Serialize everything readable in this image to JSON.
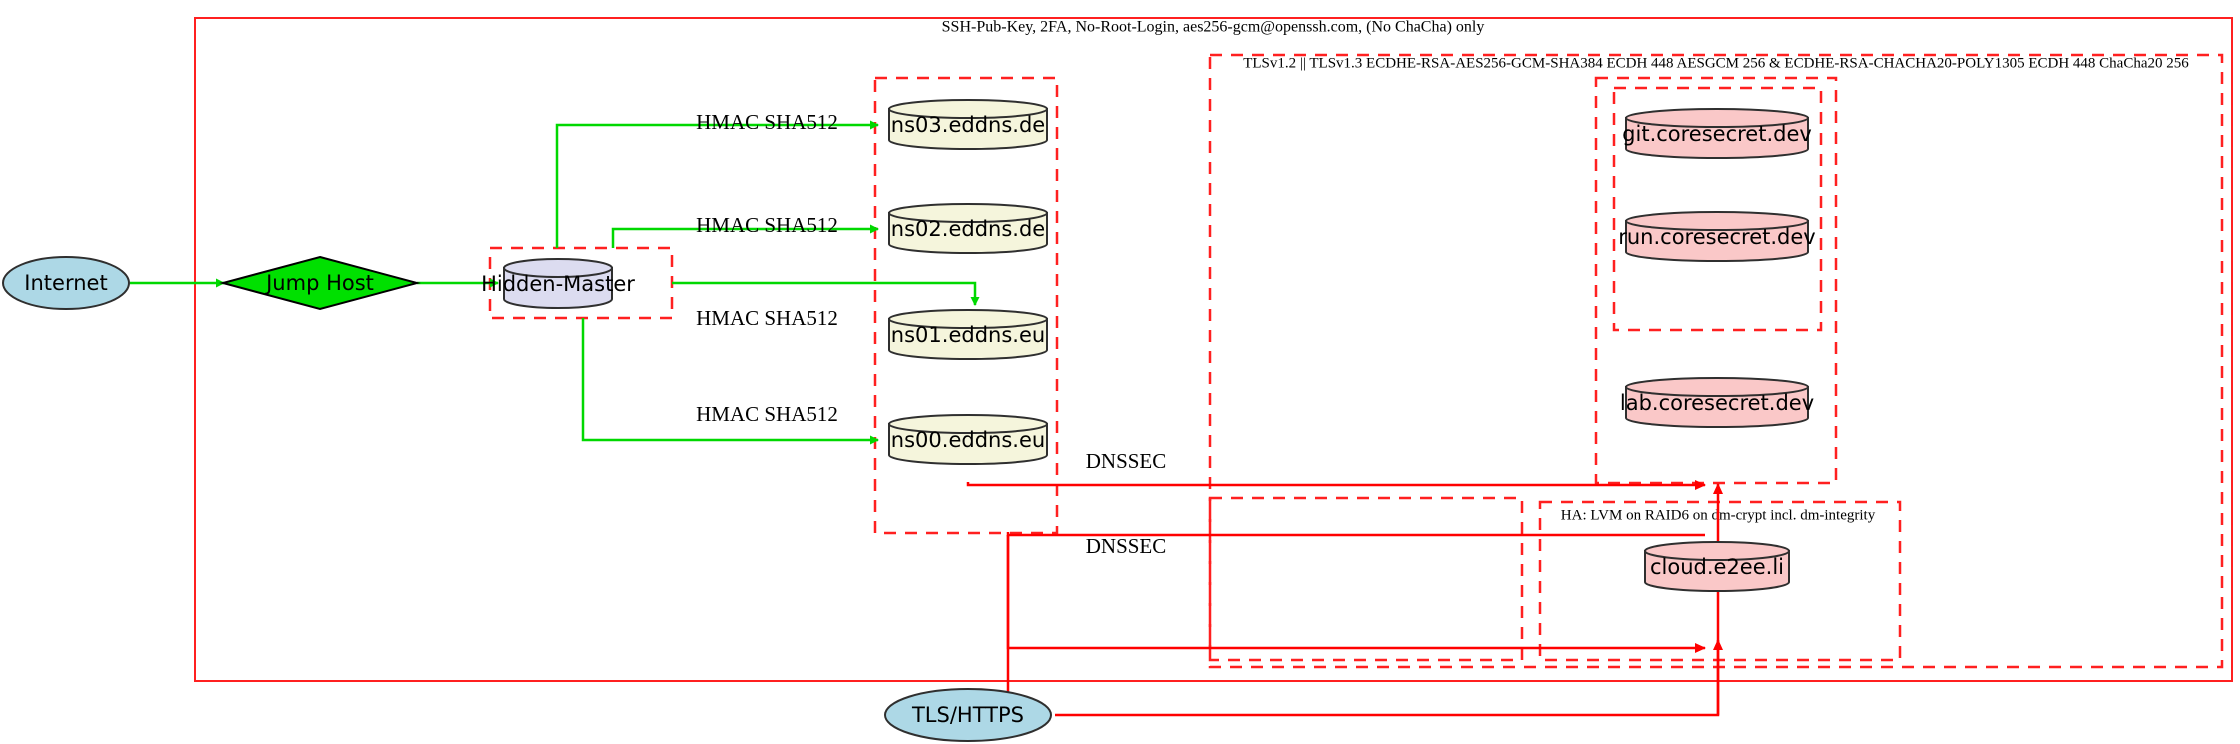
{
  "diagram": {
    "title_note": "SSH-Pub-Key, 2FA, No-Root-Login, aes256-gcm@openssh.com, (No ChaCha) only",
    "clusters": {
      "tls_note": "TLSv1.2 || TLSv1.3 ECDHE-RSA-AES256-GCM-SHA384 ECDH 448 AESGCM 256 & ECDHE-RSA-CHACHA20-POLY1305 ECDH 448 ChaCha20 256",
      "ha_note": "HA: LVM on RAID6 on dm-crypt incl. dm-integrity"
    },
    "nodes": {
      "internet": "Internet",
      "jump_host": "Jump Host",
      "hidden_master": "Hidden-Master",
      "ns03": "ns03.eddns.de",
      "ns02": "ns02.eddns.de",
      "ns01": "ns01.eddns.eu",
      "ns00": "ns00.eddns.eu",
      "git": "git.coresecret.dev",
      "run": "run.coresecret.dev",
      "lab": "lab.coresecret.dev",
      "cloud": "cloud.e2ee.li",
      "tls_https": "TLS/HTTPS"
    },
    "edge_labels": {
      "hmac_ns03": "HMAC SHA512",
      "hmac_ns02": "HMAC SHA512",
      "hmac_ns01": "HMAC SHA512",
      "hmac_ns00": "HMAC SHA512",
      "dnssec_upper": "DNSSEC",
      "dnssec_lower": "DNSSEC"
    },
    "colors": {
      "internet_fill": "#add8e6",
      "jump_host_fill": "#00e000",
      "hidden_master_fill": "#dcdcf0",
      "ns_fill": "#f5f5dc",
      "coresecret_fill": "#fac8c8",
      "tls_https_fill": "#add8e6",
      "cluster_border": "#ff2020",
      "green_edge": "#00d800",
      "red_edge": "#ff0000",
      "node_stroke": "#2f2f2f"
    }
  }
}
